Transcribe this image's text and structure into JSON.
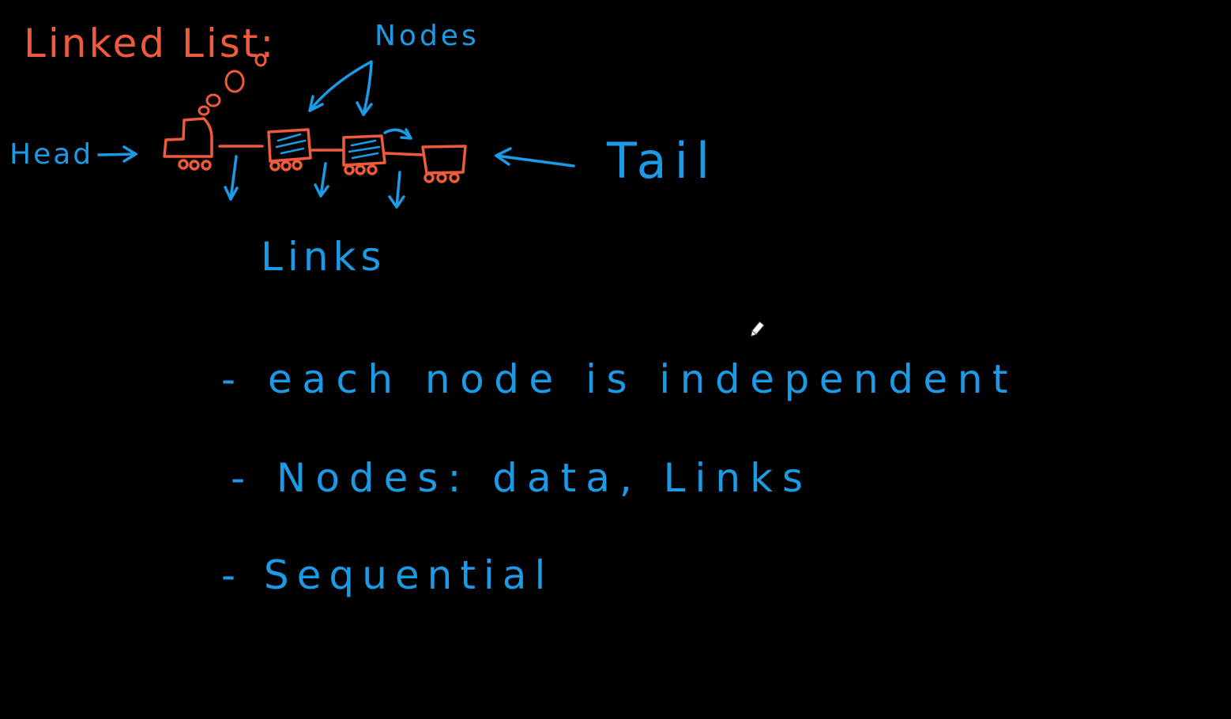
{
  "board": {
    "background": "#000000",
    "ink_colors": {
      "title": "#ef5a3c",
      "notes": "#1b9be6"
    }
  },
  "diagram": {
    "title": "Linked List:",
    "head_label": "Head",
    "nodes_label": "Nodes",
    "tail_label": "Tail",
    "links_label": "Links"
  },
  "notes": {
    "items": [
      "- each node is independent",
      "- Nodes: data, Links",
      "- Sequential"
    ]
  },
  "cursor": {
    "icon": "pen-cursor-icon"
  }
}
